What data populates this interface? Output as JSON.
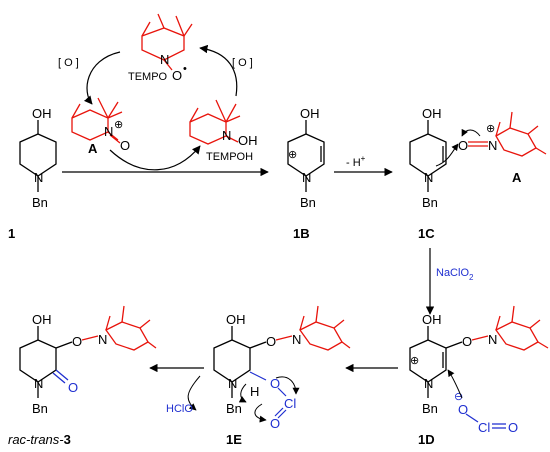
{
  "colors": {
    "black": "#000000",
    "tempo_red": "#e8140c",
    "reagent_blue": "#1f2fd0"
  },
  "labels": {
    "oxidant_left": "[ O ]",
    "oxidant_right": "[ O ]",
    "tempo": "TEMPO",
    "tempoh": "TEMPOH",
    "deprotonation": "- H",
    "deprotonation_sup": "+",
    "naclo2": "NaClO",
    "naclo2_sub": "2",
    "hclo": "HClO"
  },
  "compounds": {
    "c1": "1",
    "c1b": "1B",
    "c1c": "1C",
    "c1d": "1D",
    "c1e": "1E",
    "a_left": "A",
    "a_right": "A",
    "product_prefix": "rac-trans-",
    "product_num": "3"
  },
  "atoms": {
    "oh": "OH",
    "n": "N",
    "bn": "Bn",
    "o": "O",
    "h": "H",
    "cl": "Cl",
    "plus": "⊕",
    "minus": "⊖",
    "dot": "•"
  }
}
